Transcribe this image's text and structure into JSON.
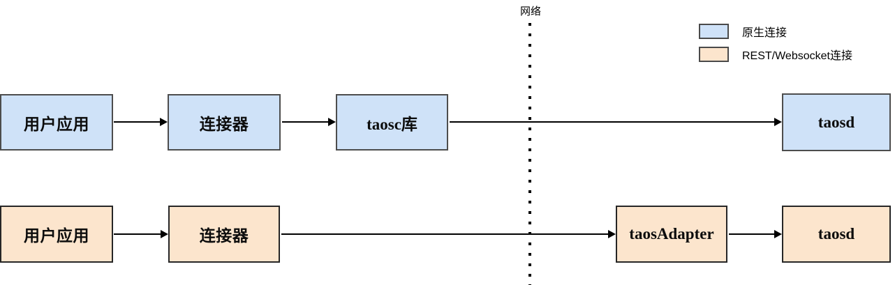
{
  "diagram": {
    "network_label": "网络",
    "legend": {
      "items": [
        {
          "label": "原生连接",
          "color": "#cfe2f8"
        },
        {
          "label": "REST/Websocket连接",
          "color": "#fce5cd"
        }
      ]
    },
    "native_flow": {
      "name": "原生连接",
      "nodes": [
        {
          "id": "user-app",
          "label": "用户应用"
        },
        {
          "id": "connector",
          "label": "连接器"
        },
        {
          "id": "taosc-lib",
          "label": "taosc库"
        },
        {
          "id": "taosd",
          "label": "taosd"
        }
      ]
    },
    "rest_flow": {
      "name": "REST/Websocket连接",
      "nodes": [
        {
          "id": "user-app",
          "label": "用户应用"
        },
        {
          "id": "connector",
          "label": "连接器"
        },
        {
          "id": "taos-adapter",
          "label": "taosAdapter"
        },
        {
          "id": "taosd",
          "label": "taosd"
        }
      ]
    },
    "colors": {
      "native_fill": "#cfe2f8",
      "rest_fill": "#fce5cd",
      "native_border": "#4d4d4d",
      "rest_border": "#262626",
      "line": "#000000"
    }
  }
}
